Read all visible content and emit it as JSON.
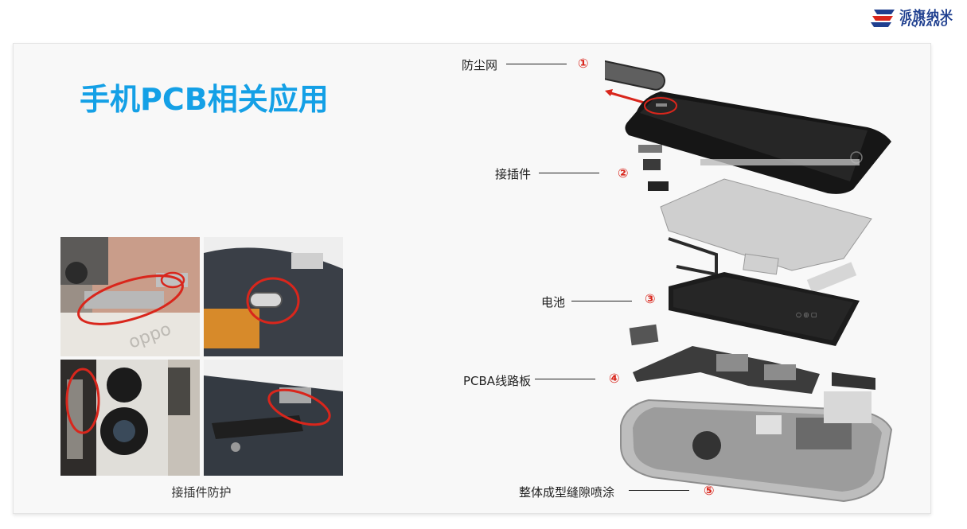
{
  "logo": {
    "cn": "派旗纳米",
    "en": "PIQNANO",
    "brand_color": "#1f3f8f"
  },
  "slide": {
    "title": "手机PCB相关应用",
    "title_color": "#14a0e6"
  },
  "photos": {
    "caption": "接插件防护",
    "oppo_text": "oppo",
    "highlight_color": "#d9261c"
  },
  "callouts": [
    {
      "label": "防尘网",
      "number": "①"
    },
    {
      "label": "接插件",
      "number": "②"
    },
    {
      "label": "电池",
      "number": "③"
    },
    {
      "label": "PCBA线路板",
      "number": "④"
    },
    {
      "label": "整体成型缝隙喷涂",
      "number": "⑤"
    }
  ]
}
